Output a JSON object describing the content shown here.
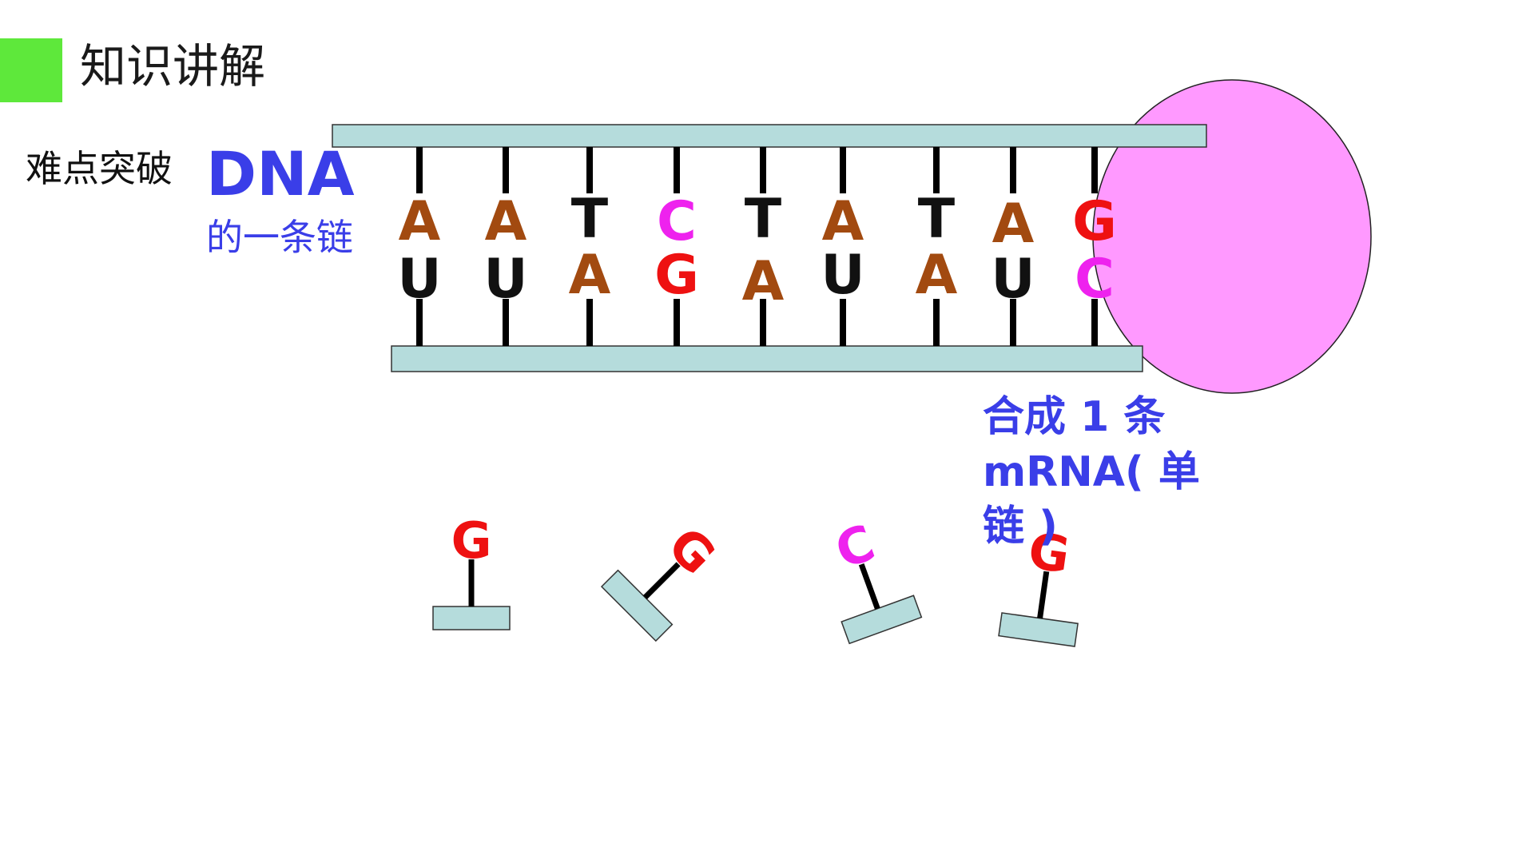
{
  "header": {
    "title": "知识讲解"
  },
  "subtitle": "难点突破",
  "dna_label": "DNA",
  "strand_label": "的一条链",
  "mrna_label": "合成 1 条 mRNA( 单链 )",
  "colors": {
    "A": "#a24a10",
    "T": "#111111",
    "C": "#ee22ee",
    "G": "#ee1111",
    "U": "#111111",
    "backbone": "#b5dcdc",
    "polymerase": "#ff99ff",
    "accent": "#5ee83b",
    "label": "#3a3ee8"
  },
  "template_strand": [
    "A",
    "A",
    "T",
    "C",
    "T",
    "A",
    "T",
    "A",
    "G"
  ],
  "mrna_strand": [
    "U",
    "U",
    "A",
    "G",
    "A",
    "U",
    "A",
    "U",
    "C"
  ],
  "free_nucleotides": [
    "G",
    "G",
    "C",
    "G"
  ]
}
